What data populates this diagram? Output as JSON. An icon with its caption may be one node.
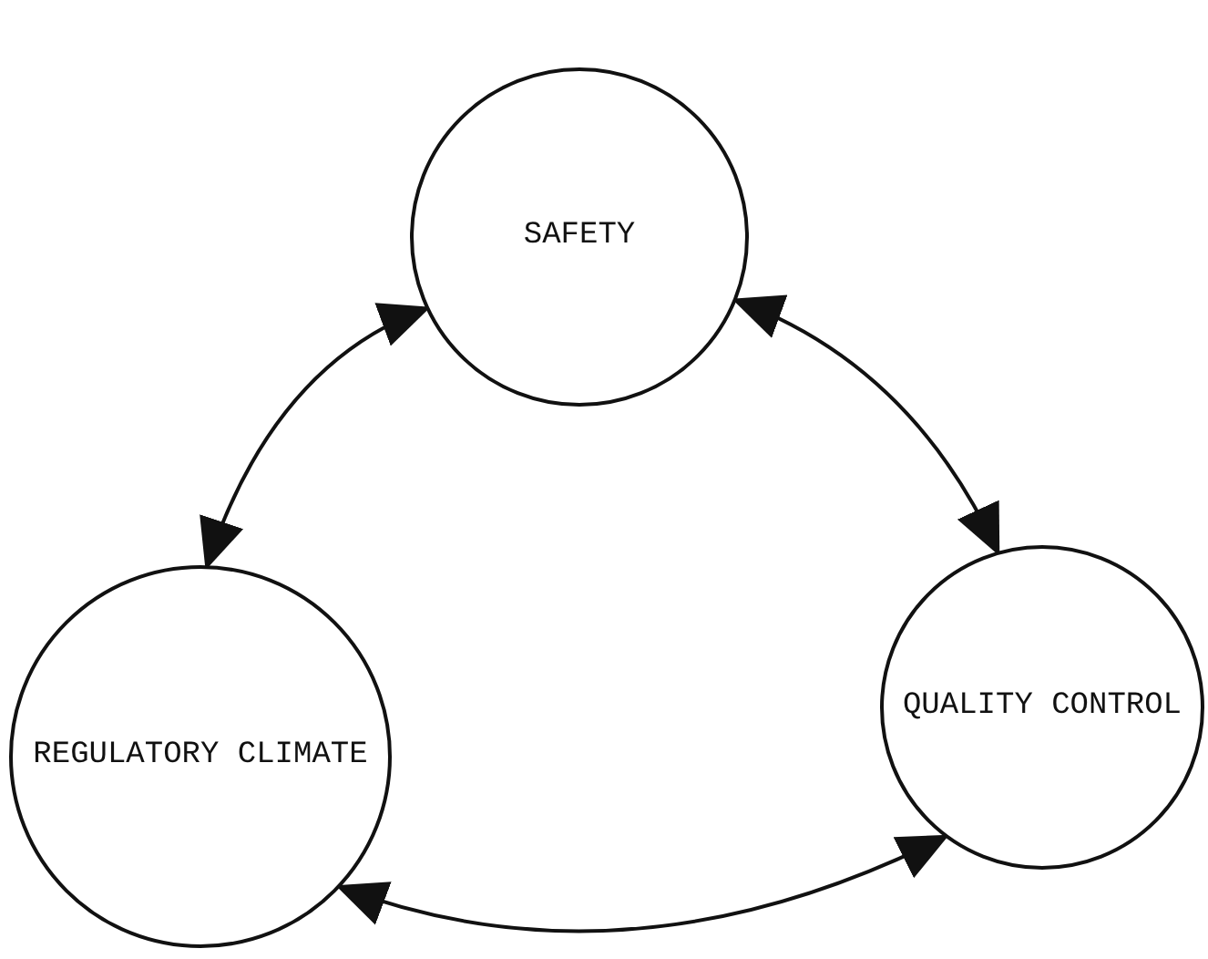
{
  "diagram": {
    "nodes": [
      {
        "text": [
          "SAFETY"
        ]
      },
      {
        "text": [
          "REGULATORY CLIMATE"
        ]
      },
      {
        "text": [
          "QUALITY CONTROL"
        ]
      }
    ],
    "edges": [
      {
        "from": 0,
        "to": 1,
        "arrow": "both"
      },
      {
        "from": 0,
        "to": 2,
        "arrow": "both"
      },
      {
        "from": 1,
        "to": 2,
        "arrow": "both"
      }
    ]
  }
}
